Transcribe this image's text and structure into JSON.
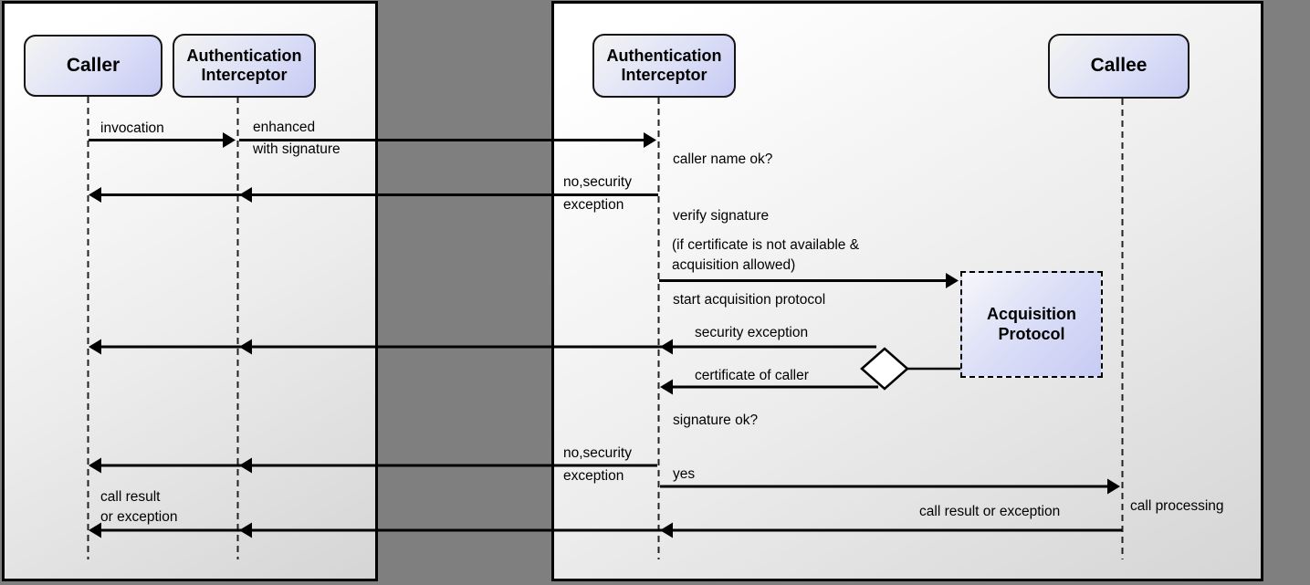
{
  "colors": {
    "background": "#7f7f7f",
    "panel_fill_start": "#ffffff",
    "panel_fill_end": "#d5d5d5",
    "actor_fill_start": "#f4f4f2",
    "actor_fill_end": "#c7cbf3",
    "line": "#000000"
  },
  "diagram": {
    "type": "uml-sequence-diagram",
    "actors": [
      {
        "id": "caller",
        "name": "Caller"
      },
      {
        "id": "auth-interceptor-caller-side",
        "name": "Authentication\nInterceptor"
      },
      {
        "id": "auth-interceptor-callee-side",
        "name": "Authentication\nInterceptor"
      },
      {
        "id": "callee",
        "name": "Callee"
      },
      {
        "id": "acquisition-protocol",
        "name": "Acquisition\nProtocol"
      }
    ],
    "messages": [
      {
        "label": "invocation",
        "from": "caller",
        "to": "auth-interceptor-caller-side",
        "direction": "right"
      },
      {
        "label": "enhanced\nwith signature",
        "from": "auth-interceptor-caller-side",
        "to": "auth-interceptor-callee-side",
        "direction": "right"
      },
      {
        "label": "caller name ok?",
        "type": "self-check",
        "on": "auth-interceptor-callee-side"
      },
      {
        "label": "no,security\nexception",
        "from": "auth-interceptor-callee-side",
        "to": "caller",
        "direction": "left"
      },
      {
        "label": "verify signature",
        "type": "self-check",
        "on": "auth-interceptor-callee-side"
      },
      {
        "label": "(if certificate is not available &\nacquisition allowed)",
        "type": "guard-condition"
      },
      {
        "label": "start acquisition protocol",
        "from": "auth-interceptor-callee-side",
        "to": "acquisition-protocol",
        "direction": "right"
      },
      {
        "label": "security exception",
        "from": "acquisition-protocol",
        "to": "caller",
        "direction": "left"
      },
      {
        "label": "certificate of caller",
        "from": "acquisition-protocol",
        "to": "auth-interceptor-callee-side",
        "direction": "left"
      },
      {
        "label": "signature ok?",
        "type": "self-check",
        "on": "auth-interceptor-callee-side"
      },
      {
        "label": "no,security\nexception",
        "from": "auth-interceptor-callee-side",
        "to": "caller",
        "direction": "left"
      },
      {
        "label": "yes",
        "from": "auth-interceptor-callee-side",
        "to": "callee",
        "direction": "right"
      },
      {
        "label": "call processing",
        "type": "self-check",
        "on": "callee"
      },
      {
        "label": "call result or exception",
        "from": "callee",
        "to": "auth-interceptor-callee-side",
        "direction": "left"
      },
      {
        "label": "call result\nor exception",
        "from": "auth-interceptor-caller-side",
        "to": "caller",
        "direction": "left"
      }
    ]
  }
}
